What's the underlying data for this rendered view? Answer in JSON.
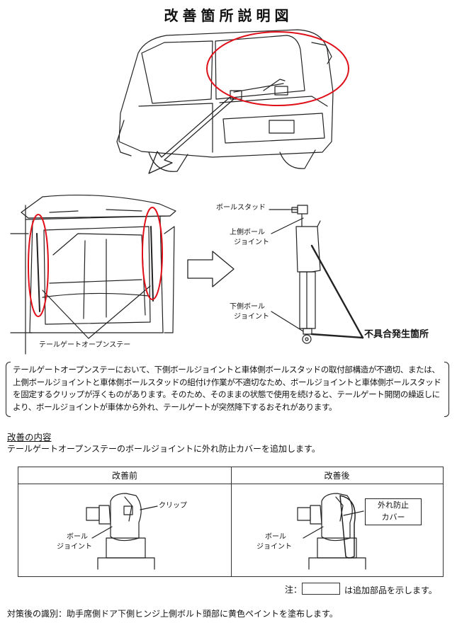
{
  "title": "改善箇所説明図",
  "labels": {
    "ball_stud": "ボールスタッド",
    "upper_joint_1": "上側ボール",
    "upper_joint_2": "ジョイント",
    "lower_joint_1": "下側ボール",
    "lower_joint_2": "ジョイント",
    "defect_location": "不具合発生箇所",
    "tailgate_stay": "テールゲートオープンステー"
  },
  "description": "テールゲートオープンステーにおいて、下側ボールジョイントと車体側ボールスタッドの取付部構造が不適切、または、上側ボールジョイントと車体側ボールスタッドの組付け作業が不適切なため、ボールジョイントと車体側ボールスタッドを固定するクリップが浮くものがあります。そのため、そのままの状態で使用を続けると、テールゲート開閉の繰返しにより、ボールジョイントが車体から外れ、テールゲートが突然降下するおそれがあります。",
  "improvement": {
    "heading": "改善の内容",
    "text": "テールゲートオープンステーのボールジョイントに外れ防止カバーを追加します。",
    "before": {
      "header": "改善前",
      "clip_label": "クリップ",
      "joint_label_1": "ボール",
      "joint_label_2": "ジョイント"
    },
    "after": {
      "header": "改善後",
      "cover_label_1": "外れ防止",
      "cover_label_2": "カバー",
      "joint_label_1": "ボール",
      "joint_label_2": "ジョイント"
    }
  },
  "note": {
    "prefix": "注：",
    "suffix": "は追加部品を示します。"
  },
  "footer": "対策後の識別：助手席側ドア下側ヒンジ上側ボルト頭部に黄色ペイントを塗布します。",
  "colors": {
    "highlight": "#e0101a",
    "line": "#222222"
  }
}
